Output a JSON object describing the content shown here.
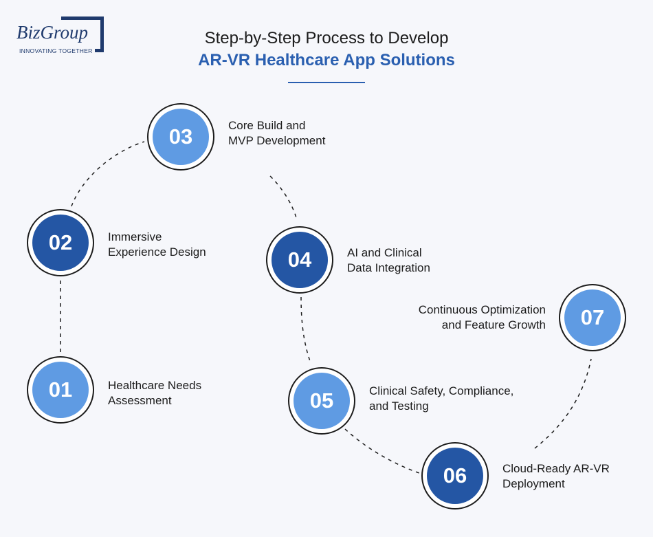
{
  "brand": {
    "name": "BizGroup",
    "tagline": "INNOVATING TOGETHER"
  },
  "title": {
    "line1": "Step-by-Step Process to Develop",
    "line2": "AR-VR Healthcare App Solutions"
  },
  "colors": {
    "light_step": "#5f9be3",
    "dark_step": "#2456a4",
    "accent": "#2a5fb0"
  },
  "steps": [
    {
      "number": "01",
      "label_line1": "Healthcare Needs",
      "label_line2": "Assessment"
    },
    {
      "number": "02",
      "label_line1": "Immersive",
      "label_line2": "Experience Design"
    },
    {
      "number": "03",
      "label_line1": "Core Build and",
      "label_line2": "MVP Development"
    },
    {
      "number": "04",
      "label_line1": "AI and Clinical",
      "label_line2": "Data Integration"
    },
    {
      "number": "05",
      "label_line1": "Clinical Safety, Compliance,",
      "label_line2": "and Testing"
    },
    {
      "number": "06",
      "label_line1": "Cloud-Ready AR-VR",
      "label_line2": "Deployment"
    },
    {
      "number": "07",
      "label_line1": "Continuous Optimization",
      "label_line2": "and Feature Growth"
    }
  ]
}
